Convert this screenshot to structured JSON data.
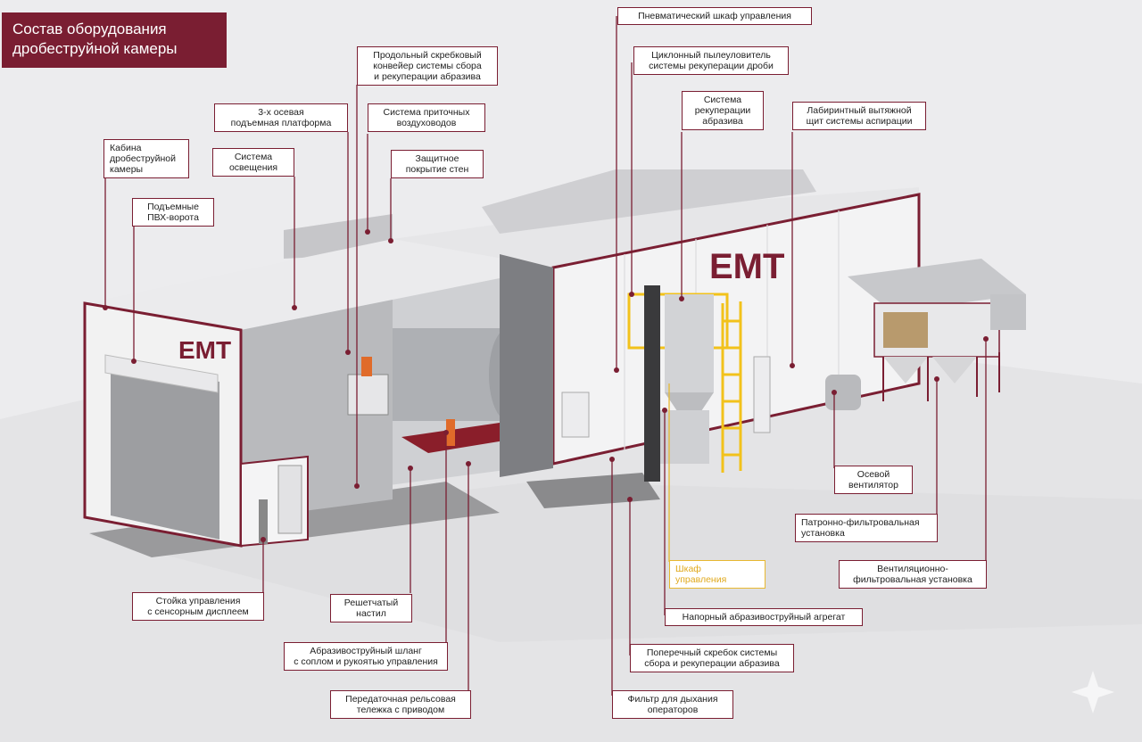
{
  "title": {
    "line1": "Состав оборудования",
    "line2": "дробеструйной камеры"
  },
  "brand": "EMT",
  "labels": {
    "cabin": [
      "Кабина",
      "дробеструйной",
      "камеры"
    ],
    "gate": [
      "Подъемные",
      "ПВХ-ворота"
    ],
    "lighting": [
      "Система",
      "освещения"
    ],
    "platform": [
      "3-х осевая",
      "подъемная платформа"
    ],
    "conveyor_long": [
      "Продольный скребковый",
      "конвейер системы сбора",
      "и рекуперации абразива"
    ],
    "air_supply": [
      "Система приточных",
      "воздуховодов"
    ],
    "wall_protection": [
      "Защитное",
      "покрытие стен"
    ],
    "pneumatic_cabinet": [
      "Пневматический шкаф управления"
    ],
    "cyclone": [
      "Циклонный пылеуловитель",
      "системы рекуперации дроби"
    ],
    "recuperation": [
      "Система",
      "рекуперации",
      "абразива"
    ],
    "labyrinth": [
      "Лабиринтный вытяжной",
      "щит системы аспирации"
    ],
    "axial_fan": [
      "Осевой",
      "вентилятор"
    ],
    "cartridge_filter": [
      "Патронно-фильтровальная",
      "установка"
    ],
    "vent_filter": [
      "Вентиляционно-",
      "фильтровальная установка"
    ],
    "control_cabinet": [
      "Шкаф",
      "управления"
    ],
    "pressure_unit": [
      "Напорный абразивоструйный агрегат"
    ],
    "cross_scraper": [
      "Поперечный скребок системы",
      "сбора и рекуперации абразива"
    ],
    "breathing_filter": [
      "Фильтр для дыхания",
      "операторов"
    ],
    "rack": [
      "Стойка управления",
      "с сенсорным дисплеем"
    ],
    "grating": [
      "Решетчатый",
      "настил"
    ],
    "hose": [
      "Абразивоструйный шланг",
      "с соплом и рукоятью управления"
    ],
    "transfer_cart": [
      "Передаточная рельсовая",
      "тележка с приводом"
    ]
  },
  "colors": {
    "brand": "#7a1e32",
    "highlight": "#e8b830",
    "building": "#f2f2f2",
    "duct": "#c9c9cc"
  },
  "icon": "sparkle-icon"
}
